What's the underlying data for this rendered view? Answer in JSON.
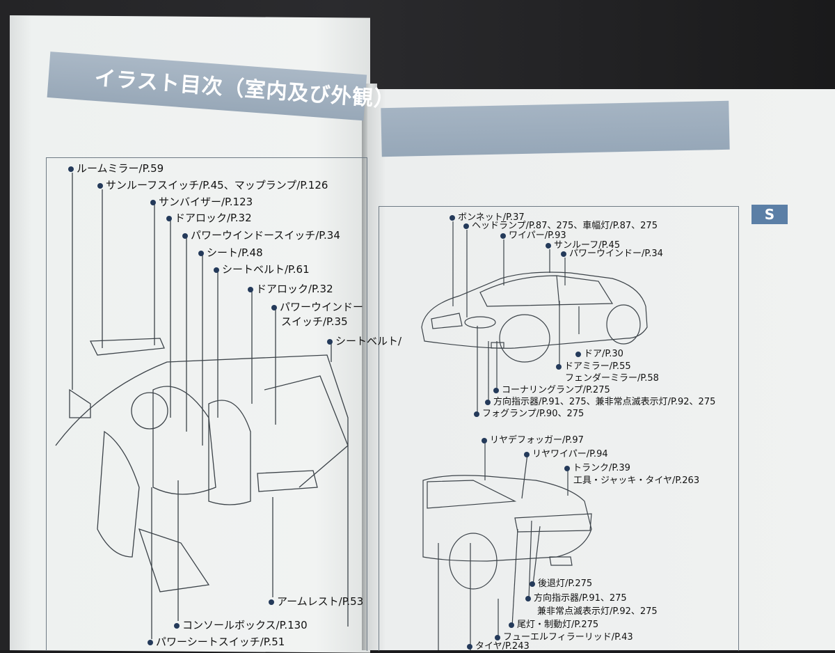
{
  "left_page": {
    "title": "イラスト目次（室内及び外観）",
    "labels": [
      {
        "text": "ルームミラー/P.59"
      },
      {
        "text": "サンルーフスイッチ/P.45、マップランプ/P.126"
      },
      {
        "text": "サンバイザー/P.123"
      },
      {
        "text": "ドアロック/P.32"
      },
      {
        "text": "パワーウインドースイッチ/P.34"
      },
      {
        "text": "シート/P.48"
      },
      {
        "text": "シートベルト/P.61"
      },
      {
        "text": "ドアロック/P.32"
      },
      {
        "text": "パワーウインドー"
      },
      {
        "text": "スイッチ/P.35"
      },
      {
        "text": "シートベルト/"
      },
      {
        "text": "アームレスト/P.53"
      },
      {
        "text": "コンソールボックス/P.130"
      },
      {
        "text": "パワーシートスイッチ/P.51"
      }
    ]
  },
  "right_page": {
    "tab": "S",
    "front_labels": [
      {
        "text": "ボンネット/P.37"
      },
      {
        "text": "ヘッドランプ/P.87、275、車幅灯/P.87、275"
      },
      {
        "text": "ワイパー/P.93"
      },
      {
        "text": "サンルーフ/P.45"
      },
      {
        "text": "パワーウインドー/P.34"
      },
      {
        "text": "ドア/P.30"
      },
      {
        "text": "ドアミラー/P.55"
      },
      {
        "text": "フェンダーミラー/P.58"
      },
      {
        "text": "コーナリングランプ/P.275"
      },
      {
        "text": "方向指示器/P.91、275、兼非常点滅表示灯/P.92、275"
      },
      {
        "text": "フォグランプ/P.90、275"
      }
    ],
    "rear_labels": [
      {
        "text": "リヤデフォッガー/P.97"
      },
      {
        "text": "リヤワイパー/P.94"
      },
      {
        "text": "トランク/P.39"
      },
      {
        "text": "工具・ジャッキ・タイヤ/P.263"
      },
      {
        "text": "後退灯/P.275"
      },
      {
        "text": "方向指示器/P.91、275"
      },
      {
        "text": "兼非常点滅表示灯/P.92、275"
      },
      {
        "text": "尾灯・制動灯/P.275"
      },
      {
        "text": "フューエルフィラーリッド/P.43"
      },
      {
        "text": "タイヤ/P.243"
      }
    ]
  }
}
